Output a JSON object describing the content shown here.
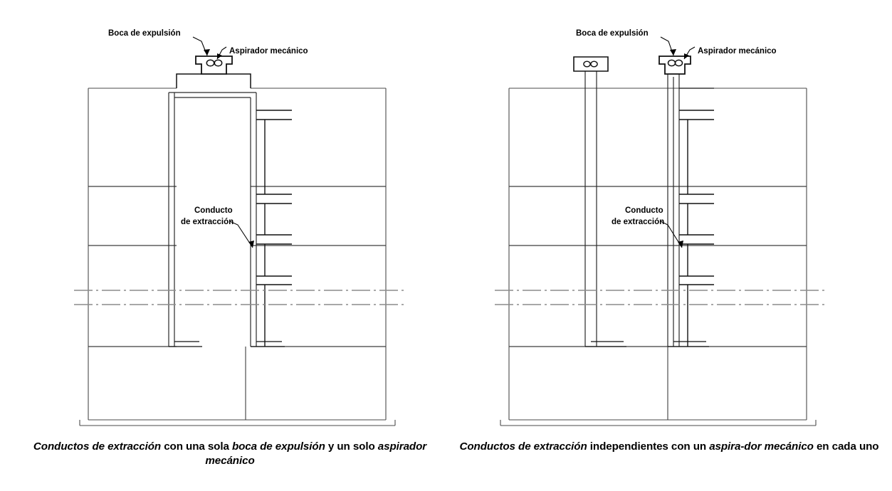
{
  "figure": {
    "title_hidden": "",
    "colors": {
      "ink": "#000000",
      "thin_line": "#555555",
      "medium_line": "#333333",
      "background": "#ffffff"
    }
  },
  "labels": {
    "boca_de_expulsion": "Boca de expulsión",
    "aspirador_mecanico": "Aspirador mecánico",
    "conducto_line1": "Conducto",
    "conducto_line2": "de extracción"
  },
  "left_panel": {
    "label_boca": "Boca de expulsión",
    "label_aspirador": "Aspirador mecánico",
    "label_conducto_1": "Conducto",
    "label_conducto_2": "de extracción",
    "caption": {
      "part1_italic": "Conductos de extracción",
      "part2": " con una sola ",
      "part3_italic": "boca de expulsión",
      "part4": " y un solo ",
      "part5_italic": "aspirador mecánico",
      "full_text": "Conductos de extracción con una sola boca de expulsión y un solo aspirador mecánico"
    }
  },
  "right_panel": {
    "label_boca": "Boca de expulsión",
    "label_aspirador": "Aspirador mecánico",
    "label_conducto_1": "Conducto",
    "label_conducto_2": "de extracción",
    "caption": {
      "part1_italic": "Conductos de extracción",
      "part2": " independientes con un ",
      "part3_italic": "aspira-dor mecánico",
      "part4": " en cada uno",
      "full_text": "Conductos de extracción independientes con un aspirador mecánico en cada uno"
    }
  },
  "icons": {
    "fan": "fan-infinity-symbol"
  }
}
